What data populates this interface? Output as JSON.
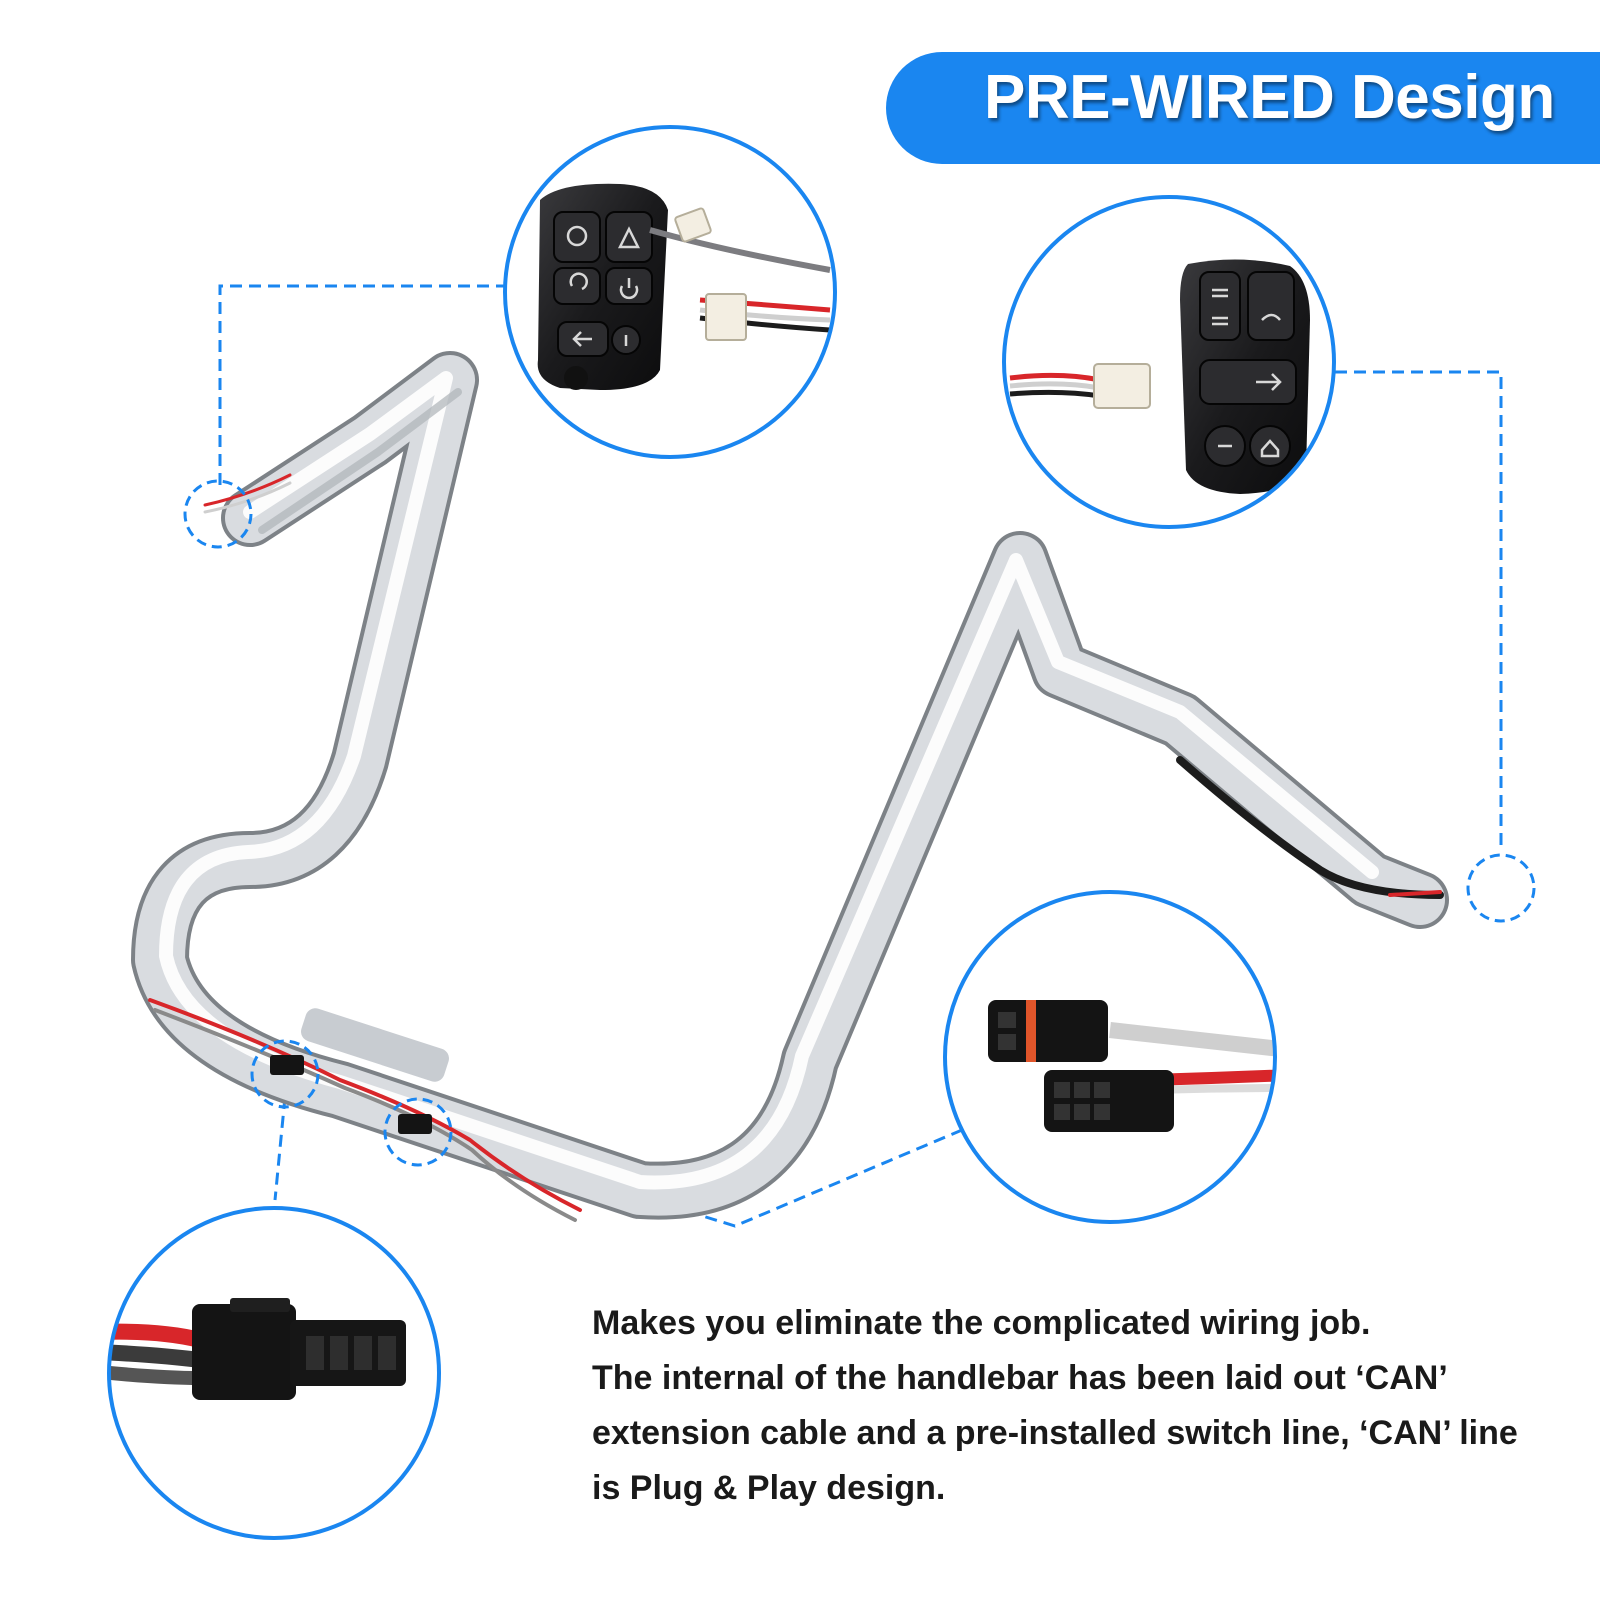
{
  "banner": {
    "title": "PRE-WIRED Design"
  },
  "description": {
    "lines": [
      "Makes you eliminate the complicated wiring job.",
      "The internal of the handlebar has been laid out ‘CAN’",
      "extension cable and a pre-installed switch line, ‘CAN’ line",
      "is Plug & Play design."
    ]
  },
  "colors": {
    "accent_blue": "#1a86f0",
    "chrome": "#d9dce0",
    "switch_body": "#1c1c1e",
    "wire_red": "#d8262a",
    "connector_black": "#141414"
  },
  "icons": [
    "cruise-icon",
    "hazard-icon",
    "resume-icon",
    "set-icon",
    "left-turn-icon",
    "info-icon",
    "high-beam-icon",
    "horn-icon",
    "right-turn-icon",
    "audio-icon",
    "home-icon"
  ]
}
